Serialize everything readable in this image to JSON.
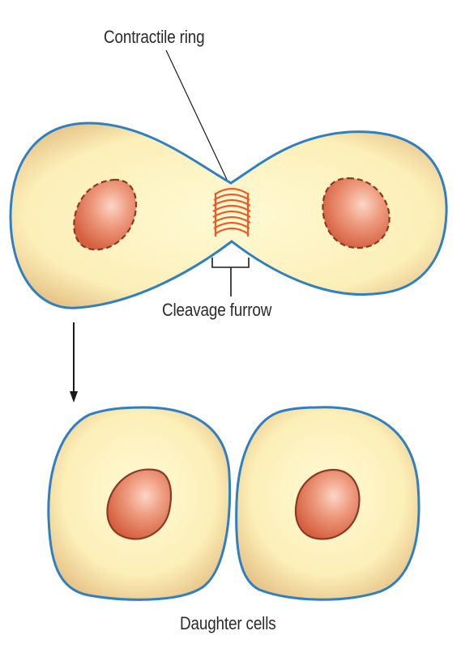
{
  "labels": {
    "contractile_ring": "Contractile ring",
    "cleavage_furrow": "Cleavage furrow",
    "daughter_cells": "Daughter cells"
  },
  "colors": {
    "membrane": "#2f7fc1",
    "cytoplasm_light": "#fdf6c6",
    "cytoplasm_edge": "#e9c98b",
    "nucleus_light": "#f6b9a4",
    "nucleus_dark": "#d86a4c",
    "nucleus_outline": "#8a3a24",
    "ring": "#ef5a24",
    "leader_line": "#1a1a1a"
  },
  "icons": {
    "process_arrow": "down-arrow-icon"
  }
}
